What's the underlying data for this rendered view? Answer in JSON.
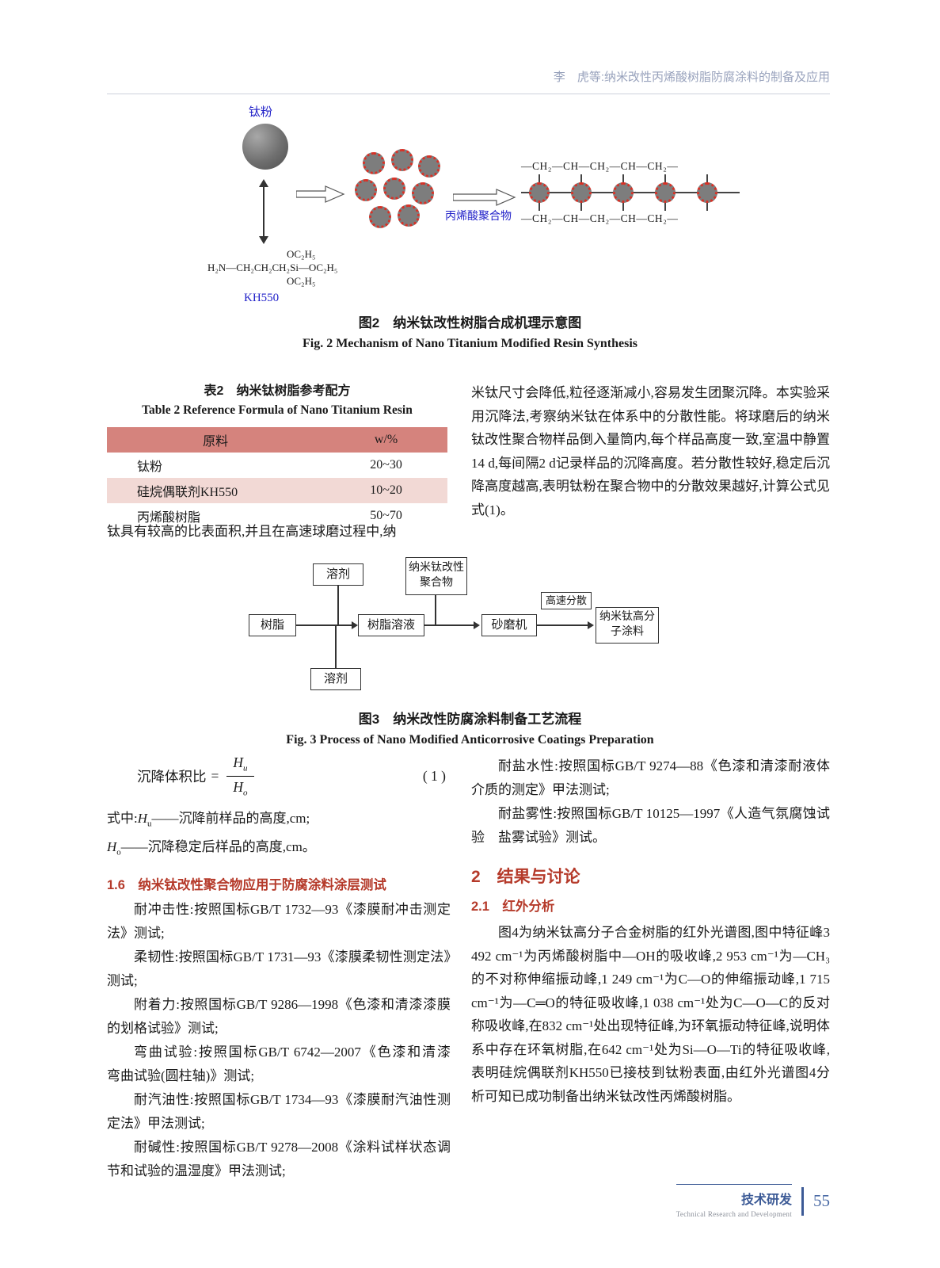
{
  "header": {
    "running_title": "李　虎等:纳米改性丙烯酸树脂防腐涂料的制备及应用"
  },
  "fig2": {
    "ti_powder_label": "钛粉",
    "acrylic_label": "丙烯酸聚合物",
    "kh550_label": "KH550",
    "formula_top": "OC₂H₅",
    "formula_mid": "H₂N—CH₂CH₂CH₂Si—OC₂H₅",
    "formula_bottom": "OC₂H₅",
    "chain_top": "—CH₂—CH—CH₂—CH—CH₂—",
    "chain_bottom": "—CH₂—CH—CH₂—CH—CH₂—",
    "caption_cn": "图2　纳米钛改性树脂合成机理示意图",
    "caption_en": "Fig. 2   Mechanism of Nano Titanium Modified Resin Synthesis"
  },
  "table2": {
    "title_cn": "表2　纳米钛树脂参考配方",
    "title_en": "Table 2   Reference Formula of Nano Titanium Resin",
    "col1": "原料",
    "col2": "w/%",
    "rows": [
      {
        "name": "钛粉",
        "value": "20~30"
      },
      {
        "name": "硅烷偶联剂KH550",
        "value": "10~20"
      },
      {
        "name": "丙烯酸树脂",
        "value": "50~70"
      }
    ]
  },
  "left_col_1": {
    "paragraph": "钛具有较高的比表面积,并且在高速球磨过程中,纳"
  },
  "right_col_1": {
    "paragraph": "米钛尺寸会降低,粒径逐渐减小,容易发生团聚沉降。本实验采用沉降法,考察纳米钛在体系中的分散性能。将球磨后的纳米钛改性聚合物样品倒入量筒内,每个样品高度一致,室温中静置14 d,每间隔2 d记录样品的沉降高度。若分散性较好,稳定后沉降高度越高,表明钛粉在聚合物中的分散效果越好,计算公式见式(1)。"
  },
  "fig3": {
    "box_solvent_top": "溶剂",
    "box_nano_polymer": "纳米钛改性聚合物",
    "box_resin": "树脂",
    "box_resin_solution": "树脂溶液",
    "box_sand_mill": "砂磨机",
    "label_high_speed": "高速分散",
    "box_coating": "纳米钛高分子涂料",
    "box_solvent_bottom": "溶剂",
    "caption_cn": "图3　纳米改性防腐涂料制备工艺流程",
    "caption_en": "Fig. 3   Process of Nano Modified Anticorrosive Coatings Preparation"
  },
  "formula": {
    "lhs": "沉降体积比",
    "equals": "=",
    "num_base": "H",
    "num_sub": "u",
    "den_base": "H",
    "den_sub": "o",
    "tag": "( 1 )"
  },
  "where": {
    "l1_pre": "式中:",
    "l1_base": "H",
    "l1_sub": "u",
    "l1_rest": "——沉降前样品的高度,cm;",
    "l2_base": "H",
    "l2_sub": "o",
    "l2_rest": "——沉降稳定后样品的高度,cm。"
  },
  "sec16": {
    "heading": "1.6　纳米钛改性聚合物应用于防腐涂料涂层测试",
    "items": [
      "耐冲击性:按照国标GB/T 1732—93《漆膜耐冲击测定法》测试;",
      "柔韧性:按照国标GB/T 1731—93《漆膜柔韧性测定法》测试;",
      "附着力:按照国标GB/T 9286—1998《色漆和清漆漆膜的划格试验》测试;",
      "弯曲试验:按照国标GB/T 6742—2007《色漆和清漆　弯曲试验(圆柱轴)》测试;",
      "耐汽油性:按照国标GB/T 1734—93《漆膜耐汽油性测定法》甲法测试;",
      "耐碱性:按照国标GB/T 9278—2008《涂料试样状态调节和试验的温湿度》甲法测试;"
    ]
  },
  "right_col_2": {
    "item_saltwater": "耐盐水性:按照国标GB/T 9274—88《色漆和清漆耐液体介质的测定》甲法测试;",
    "item_saltfog": "耐盐雾性:按照国标GB/T 10125—1997《人造气氛腐蚀试验　盐雾试验》测试。",
    "sec2_heading": "2　结果与讨论",
    "sec21_heading": "2.1　红外分析",
    "paragraph": "图4为纳米钛高分子合金树脂的红外光谱图,图中特征峰3 492 cm⁻¹为丙烯酸树脂中—OH的吸收峰,2 953 cm⁻¹为—CH₃的不对称伸缩振动峰,1 249 cm⁻¹为C—O的伸缩振动峰,1 715 cm⁻¹为—C═O的特征吸收峰,1 038 cm⁻¹处为C—O—C的反对称吸收峰,在832 cm⁻¹处出现特征峰,为环氧振动特征峰,说明体系中存在环氧树脂,在642 cm⁻¹处为Si—O—Ti的特征吸收峰,表明硅烷偶联剂KH550已接枝到钛粉表面,由红外光谱图4分析可知已成功制备出纳米钛改性丙烯酸树脂。"
  },
  "footer": {
    "section_cn": "技术研发",
    "section_en": "Technical Research and Development",
    "page_number": "55"
  }
}
